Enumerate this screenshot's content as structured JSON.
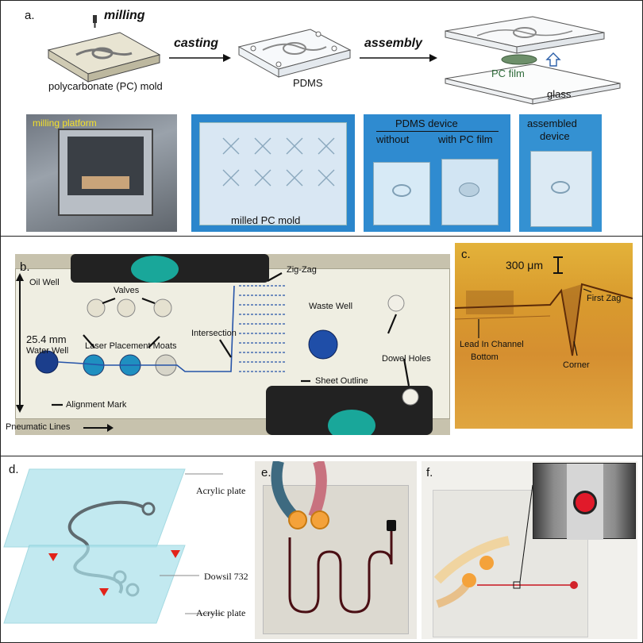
{
  "panel_a": {
    "tag": "a.",
    "schematic": {
      "milling": "milling",
      "pc_mold": "polycarbonate (PC) mold",
      "casting": "casting",
      "pdms": "PDMS",
      "assembly": "assembly",
      "pc_film": "PC film",
      "glass": "glass"
    },
    "photos": {
      "milling_platform": "milling platform",
      "milled_pc_mold": "milled PC mold",
      "pdms_device": "PDMS device",
      "without": "without",
      "with_pc_film": "with PC film",
      "assembled_device_1": "assembled",
      "assembled_device_2": "device"
    }
  },
  "panel_b": {
    "tag": "b.",
    "labels": {
      "oil_well": "Oil Well",
      "valves": "Valves",
      "zig_zag": "Zig-Zag",
      "waste_well": "Waste Well",
      "dimension": "25.4 mm",
      "intersection": "Intersection",
      "water_well": "Water Well",
      "laser_moats": "Laser Placement Moats",
      "dowel_holes": "Dowel Holes",
      "sheet_outline": "Sheet Outline",
      "alignment_mark": "Alignment Mark",
      "pneumatic_lines": "Pneumatic Lines"
    }
  },
  "panel_c": {
    "tag": "c.",
    "labels": {
      "scale": "300 μm",
      "first_zag": "First Zag",
      "lead_in_1": "Lead In Channel",
      "lead_in_2": "Bottom",
      "corner": "Corner"
    }
  },
  "panel_d": {
    "tag": "d.",
    "labels": {
      "acrylic_top": "Acrylic plate",
      "dowsil": "Dowsil 732",
      "acrylic_bottom": "Acrylic plate"
    }
  },
  "panel_e": {
    "tag": "e."
  },
  "panel_f": {
    "tag": "f."
  }
}
